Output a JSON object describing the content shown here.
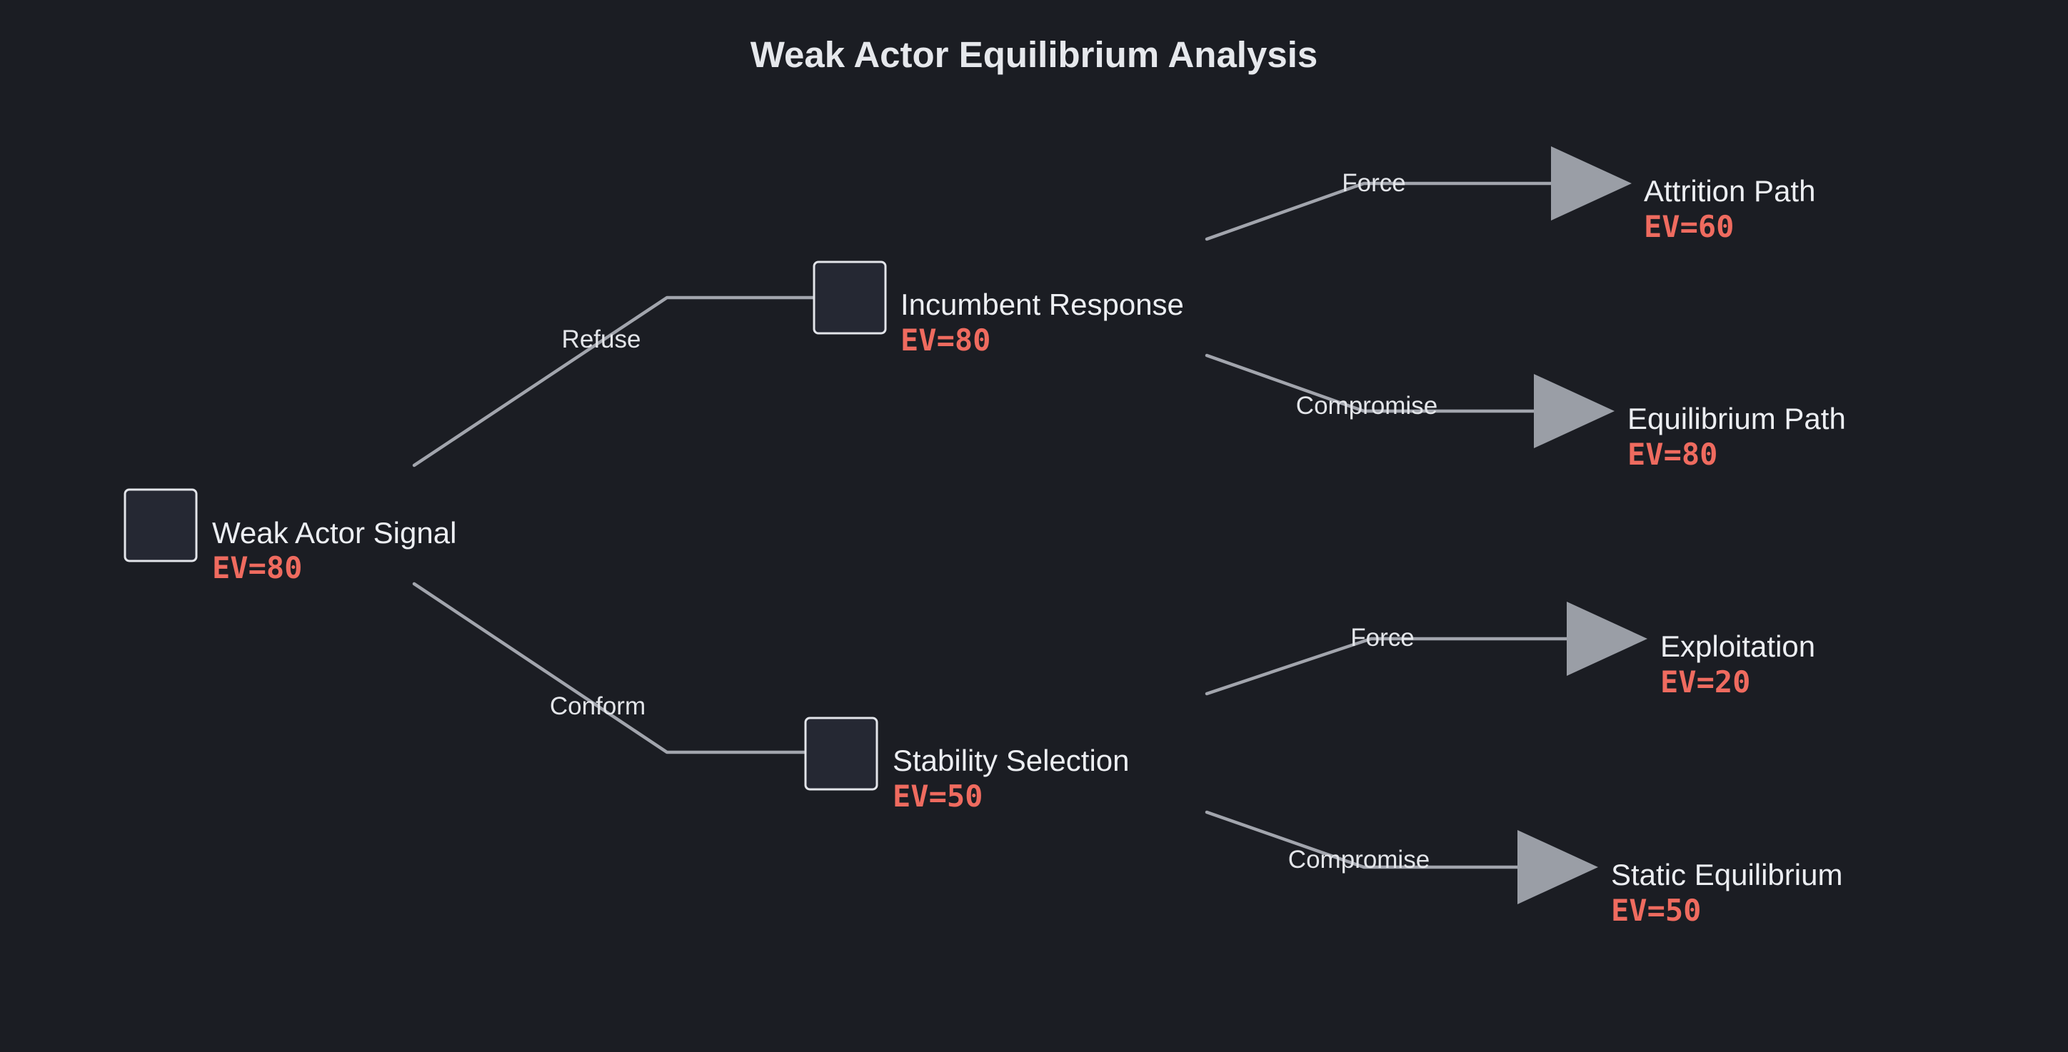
{
  "title": "Weak Actor Equilibrium Analysis",
  "colors": {
    "background": "#1b1d23",
    "line": "#a2a5ad",
    "ev": "#ef6b5f",
    "terminal": "#9a9ea6"
  },
  "nodes": {
    "root": {
      "label": "Weak Actor Signal",
      "ev": "EV=80",
      "kind": "decision"
    },
    "incumbent": {
      "label": "Incumbent Response",
      "ev": "EV=80",
      "kind": "decision"
    },
    "stability": {
      "label": "Stability Selection",
      "ev": "EV=50",
      "kind": "decision"
    },
    "attrition": {
      "label": "Attrition Path",
      "ev": "EV=60",
      "kind": "terminal"
    },
    "equilibrium": {
      "label": "Equilibrium Path",
      "ev": "EV=80",
      "kind": "terminal"
    },
    "exploitation": {
      "label": "Exploitation",
      "ev": "EV=20",
      "kind": "terminal"
    },
    "static": {
      "label": "Static Equilibrium",
      "ev": "EV=50",
      "kind": "terminal"
    }
  },
  "edges": {
    "refuse": "Refuse",
    "conform": "Conform",
    "incumbent_force": "Force",
    "incumbent_compromise": "Compromise",
    "stability_force": "Force",
    "stability_compromise": "Compromise"
  }
}
